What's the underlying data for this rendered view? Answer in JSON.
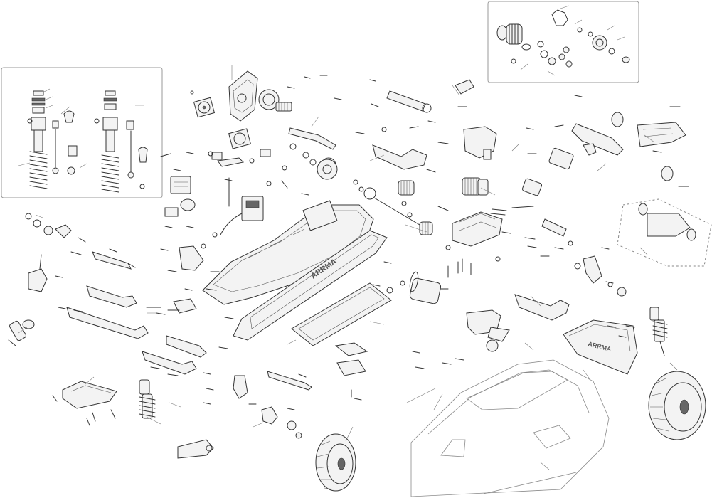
{
  "diagram": {
    "parts": [
      {
        "name": "shock-assembly-exploded-group"
      },
      {
        "name": "rear-differential-exploded-group"
      },
      {
        "name": "wing-assembly-group"
      },
      {
        "name": "body-shell"
      },
      {
        "name": "front-wheel-tire"
      },
      {
        "name": "rear-wheel-tire"
      }
    ],
    "labels": {
      "chassis_brand_mark": "ARRMA",
      "wing_brand_mark": "ARRMA"
    }
  }
}
